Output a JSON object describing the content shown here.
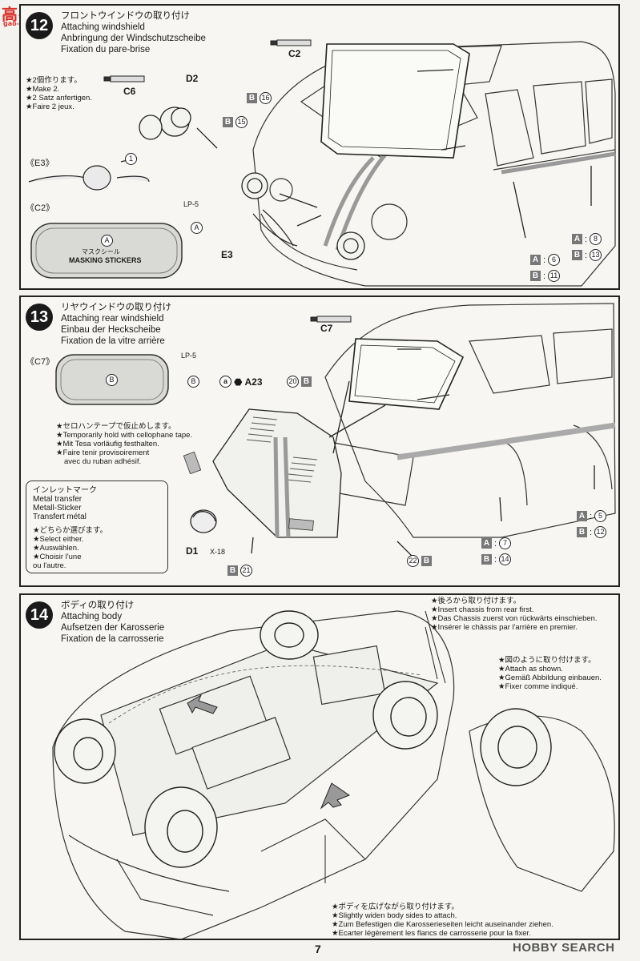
{
  "watermark": {
    "logo": "高手网",
    "url": "gao-shou.com"
  },
  "step12": {
    "num": "12",
    "title_jp": "フロントウインドウの取り付け",
    "title_en": "Attaching windshield",
    "title_de": "Anbringung der Windschutzscheibe",
    "title_fr": "Fixation du pare-brise",
    "make2": [
      "★2個作ります。",
      "★Make 2.",
      "★2 Satz anfertigen.",
      "★Faire 2 jeux."
    ],
    "parts": {
      "c6": "C6",
      "d2": "D2",
      "c2": "C2",
      "e3": "E3",
      "e3_ref": "《E3》",
      "c2_ref": "《C2》",
      "lp5": "LP-5",
      "mask_circle": "A",
      "mask_jp": "マスクシール",
      "mask_en": "MASKING STICKERS",
      "num1": "1"
    },
    "refs": [
      {
        "box": "B",
        "num": "16"
      },
      {
        "box": "B",
        "num": "15"
      },
      {
        "box": "A",
        "num": "6"
      },
      {
        "box": "B",
        "num": "11"
      },
      {
        "box": "A",
        "num": "8"
      },
      {
        "box": "B",
        "num": "13"
      }
    ]
  },
  "step13": {
    "num": "13",
    "title_jp": "リヤウインドウの取り付け",
    "title_en": "Attaching rear windshield",
    "title_de": "Einbau der Heckscheibe",
    "title_fr": "Fixation de la vitre arrière",
    "c7_ref": "《C7》",
    "lp5": "LP-5",
    "circle_b": "B",
    "c7": "C7",
    "a_circle": "a",
    "a23": "A23",
    "tape": [
      "★セロハンテープで仮止めします。",
      "★Temporarily hold with cellophane tape.",
      "★Mit Tesa vorläufig festhalten.",
      "★Faire tenir provisoirement",
      "avec du ruban adhésif."
    ],
    "inlet": [
      "インレットマーク",
      "Metal transfer",
      "Metall-Sticker",
      "Transfert métal"
    ],
    "select": [
      "★どちらか選びます。",
      "★Select either.",
      "★Auswählen.",
      "★Choisir l'une",
      "ou l'autre."
    ],
    "d1": "D1",
    "x18": "X-18",
    "refs": [
      {
        "box": "B",
        "num": "20"
      },
      {
        "box": "B",
        "num": "21"
      },
      {
        "box": "B",
        "num": "22"
      },
      {
        "box": "A",
        "num": "7"
      },
      {
        "box": "B",
        "num": "14"
      },
      {
        "box": "A",
        "num": "5"
      },
      {
        "box": "B",
        "num": "12"
      }
    ]
  },
  "step14": {
    "num": "14",
    "title_jp": "ボディの取り付け",
    "title_en": "Attaching body",
    "title_de": "Aufsetzen der Karosserie",
    "title_fr": "Fixation de la carrosserie",
    "rear_first": [
      "★後ろから取り付けます。",
      "★Insert chassis from rear first.",
      "★Das Chassis zuerst von rückwärts einschieben.",
      "★Insérer le châssis par l'arrière en premier."
    ],
    "attach": [
      "★図のように取り付けます。",
      "★Attach as shown.",
      "★Gemäß Abbildung einbauen.",
      "★Fixer comme indiqué."
    ],
    "widen": [
      "★ボディを広げながら取り付けます。",
      "★Slightly widen body sides to attach.",
      "★Zum Befestigen die Karosserieseiten leicht auseinander ziehen.",
      "★Ecarter légèrement les flancs de carrosserie pour la fixer."
    ]
  },
  "page_number": "7",
  "footer_brand": "HOBBY SEARCH"
}
